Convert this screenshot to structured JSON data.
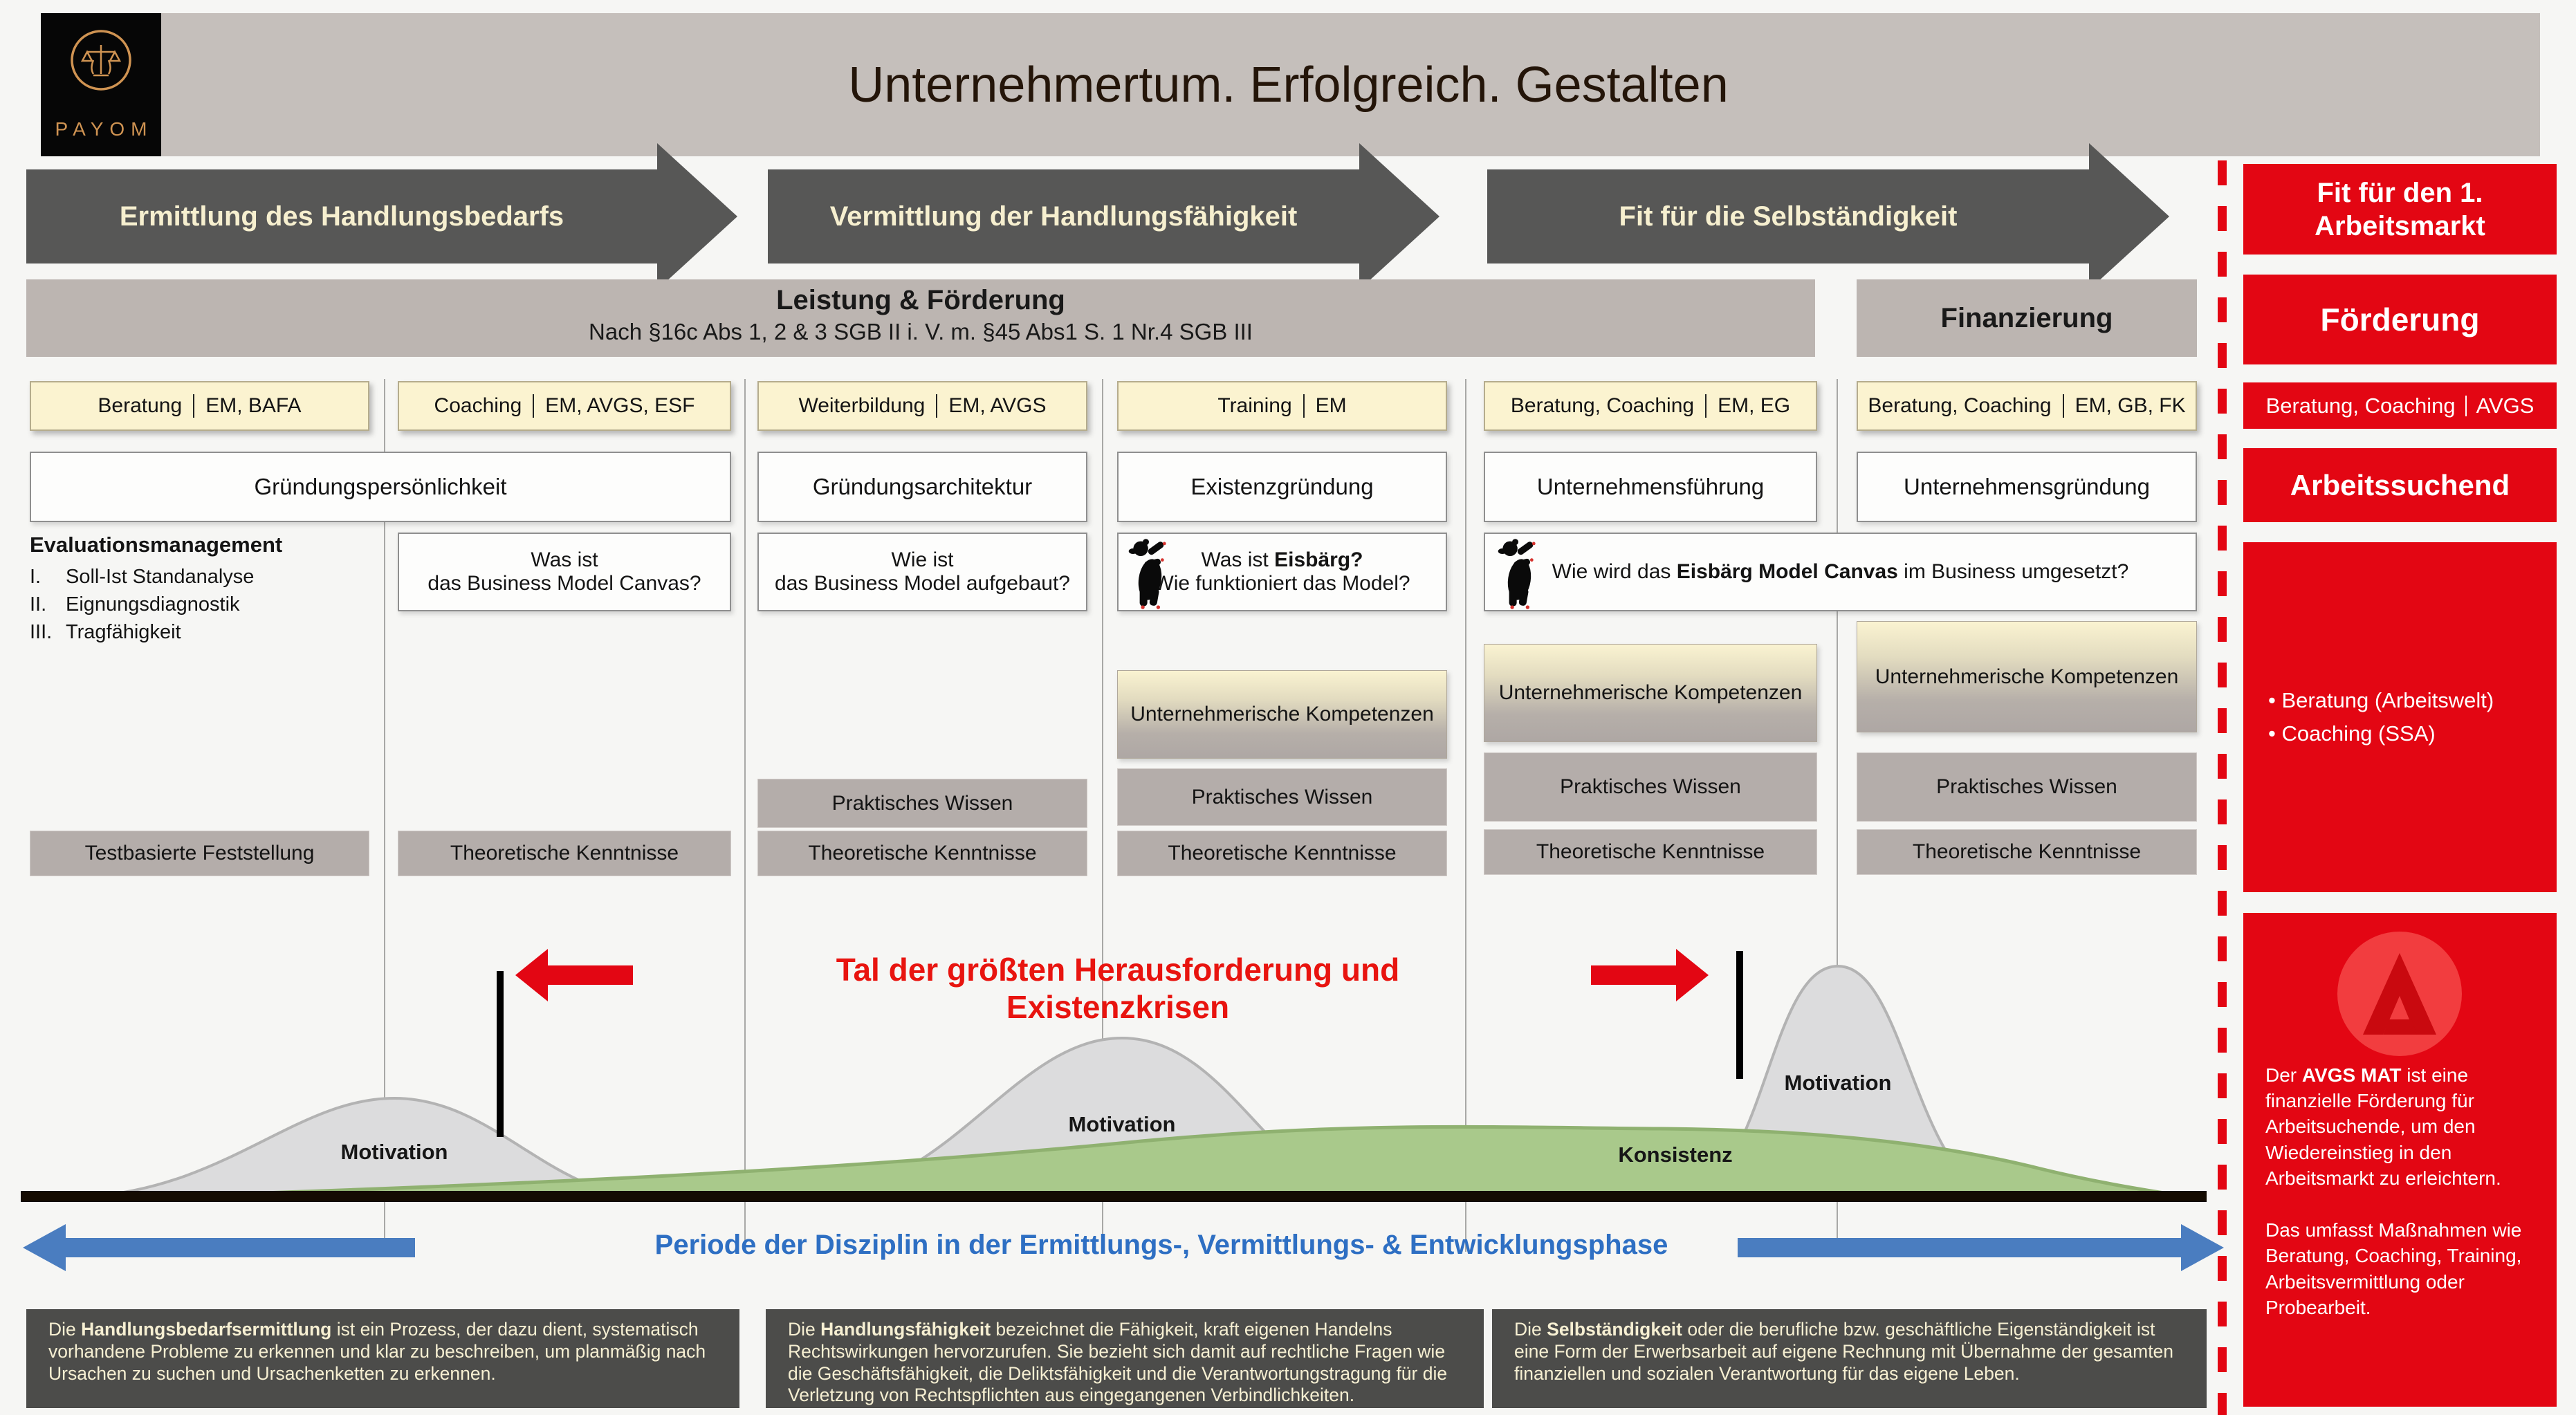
{
  "header": {
    "logo_text": "PAYOM",
    "title": "Unternehmertum. Erfolgreich. Gestalten"
  },
  "phases": [
    "Ermittlung des Handlungsbedarfs",
    "Vermittlung der Handlungsfähigkeit",
    "Fit für die Selbständigkeit"
  ],
  "bands": {
    "leistung_title": "Leistung & Förderung",
    "leistung_subtitle": "Nach §16c Abs 1, 2 & 3 SGB II  i. V. m. §45 Abs1 S. 1 Nr.4 SGB III",
    "finanzierung": "Finanzierung"
  },
  "columns": [
    {
      "tag_name": "Beratung",
      "tag_codes": "EM, BAFA"
    },
    {
      "tag_name": "Coaching",
      "tag_codes": "EM, AVGS, ESF"
    },
    {
      "tag_name": "Weiterbildung",
      "tag_codes": "EM, AVGS",
      "topic": "Gründungsarchitektur"
    },
    {
      "tag_name": "Training",
      "tag_codes": "EM",
      "topic": "Existenzgründung"
    },
    {
      "tag_name": "Beratung, Coaching",
      "tag_codes": "EM, EG",
      "topic": "Unternehmensführung"
    },
    {
      "tag_name": "Beratung, Coaching",
      "tag_codes": "EM, GB, FK",
      "topic": "Unternehmensgründung"
    }
  ],
  "merged_topic": "Gründungspersönlichkeit",
  "evaluation": {
    "title": "Evaluationsmanagement",
    "items": [
      {
        "num": "I.",
        "text": "Soll-Ist Standanalyse"
      },
      {
        "num": "II.",
        "text": "Eignungsdiagnostik"
      },
      {
        "num": "III.",
        "text": "Tragfähigkeit"
      }
    ]
  },
  "questions": {
    "q1": {
      "line1": "Was ist",
      "line2": "das Business Model Canvas?"
    },
    "q2": {
      "line1": "Wie ist",
      "line2": "das Business Model aufgebaut?"
    },
    "q3": {
      "line1_pre": "Was ist ",
      "line1_bold": "Eisbärg?",
      "line2": "Wie funktioniert das Model?"
    },
    "q4": {
      "pre": "Wie wird das ",
      "bold": "Eisbärg Model Canvas",
      "post": " im Business umgesetzt?"
    }
  },
  "stacks": {
    "kompetenzen": "Unternehmerische Kompetenzen",
    "praktisch": "Praktisches Wissen",
    "theoretisch": "Theoretische Kenntnisse",
    "testbasiert": "Testbasierte Feststellung"
  },
  "valley": {
    "headline": "Tal der größten Herausforderung und Existenzkrisen",
    "motivation": "Motivation",
    "konsistenz": "Konsistenz"
  },
  "periode": {
    "pre": "Periode der ",
    "bold": "Disziplin",
    "post": " in der Ermittlungs-, Vermittlungs- & Entwicklungsphase"
  },
  "footer": [
    {
      "lead": "Die ",
      "bold": "Handlungsbedarfsermittlung",
      "rest": " ist ein Prozess, der dazu dient, systematisch vorhandene Probleme zu erkennen und klar zu beschreiben, um planmäßig nach Ursachen zu suchen und Ursachenketten zu erkennen."
    },
    {
      "lead": "Die ",
      "bold": "Handlungsfähigkeit",
      "rest": " bezeichnet die Fähigkeit, kraft eigenen Handelns Rechtswirkungen hervorzurufen. Sie bezieht sich damit auf rechtliche Fragen wie die Geschäftsfähigkeit, die Deliktsfähigkeit und die Verantwortungstragung für die Verletzung von Rechtspflichten aus eingegangenen Verbindlichkeiten."
    },
    {
      "lead": "Die ",
      "bold": "Selbständigkeit",
      "rest": " oder die berufliche bzw. geschäftliche Eigenständigkeit ist eine Form der Erwerbsarbeit auf eigene Rechnung mit Übernahme der gesamten finanziellen und sozialen Verantwortung für das eigene Leben."
    }
  ],
  "sidebar": {
    "fit": "Fit für den 1. Arbeitsmarkt",
    "foerderung": "Förderung",
    "tag_name": "Beratung, Coaching",
    "tag_code": "AVGS",
    "arbeitssuchend": "Arbeitssuchend",
    "bullets": [
      "Beratung (Arbeitswelt)",
      "Coaching (SSA)"
    ],
    "avgs": {
      "lead": "Der ",
      "bold": "AVGS MAT",
      "rest": " ist eine finanzielle Förderung für Arbeitsuchende, um den Wiedereinstieg in den Arbeitsmarkt zu erleichtern.",
      "p2": "Das umfasst Maßnahmen wie Beratung, Coaching, Training, Arbeitsvermittlung oder Probearbeit."
    }
  },
  "colors": {
    "red": "#e30613",
    "blue": "#4a7dc0",
    "green": "#a9c98b",
    "dark_arrow": "#575756",
    "band_gray": "#bcb5b1",
    "box_gray": "#b4adaa",
    "cream_text": "#f6efcf",
    "yellow": "#fbf3d0"
  }
}
